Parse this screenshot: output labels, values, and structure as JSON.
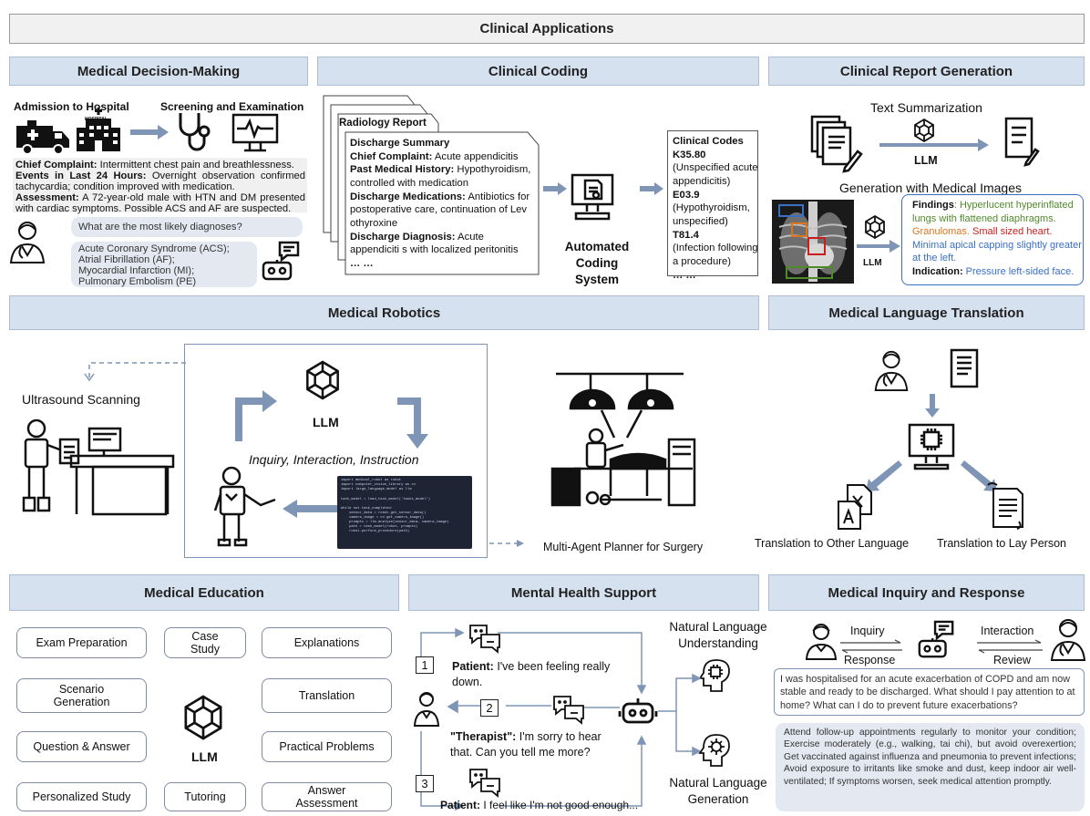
{
  "header": {
    "title": "Clinical Applications"
  },
  "sections": {
    "decision": "Medical Decision-Making",
    "coding": "Clinical Coding",
    "report": "Clinical Report Generation",
    "robotics": "Medical Robotics",
    "translation": "Medical Language Translation",
    "education": "Medical Education",
    "mental": "Mental Health Support",
    "inquiry": "Medical Inquiry and Response"
  },
  "decision": {
    "admission": "Admission to Hospital",
    "screening": "Screening and Examination",
    "hospital_sign": "HOSPITAL",
    "cc_label": "Chief Complaint:",
    "cc_text": " Intermittent chest pain and breathlessness.",
    "ev_label": "Events in Last 24 Hours:",
    "ev_text": " Overnight observation confirmed tachycardia; condition improved with medication.",
    "as_label": "Assessment:",
    "as_text": " A 72-year-old male with HTN and DM presented with cardiac symptoms. Possible ACS and AF are suspected.",
    "question": "What are the most likely diagnoses?",
    "answers": [
      "Acute Coronary Syndrome (ACS);",
      "Atrial Fibrillation (AF);",
      "Myocardial Infarction (MI);",
      "Pulmonary Embolism (PE)"
    ]
  },
  "coding": {
    "radiology": "Radiology Report",
    "discharge_title": "Discharge Summary",
    "cc_label": "Chief Complaint:",
    "cc_text": " Acute appendicitis",
    "pmh_label": "Past Medical History:",
    "pmh_text": " Hypothyroidism, controlled with medication",
    "dm_label": "Discharge Medications:",
    "dm_text": " Antibiotics for postoperative care, continuation of Lev othyroxine",
    "dd_label": "Discharge Diagnosis:",
    "dd_text": " Acute appendiciti s with localized peritonitis",
    "ellipsis": "… …",
    "system_label": "Automated Coding System",
    "codes_title": "Clinical Codes",
    "codes": [
      {
        "code": "K35.80",
        "desc": "(Unspecified acute appendicitis)"
      },
      {
        "code": "E03.9",
        "desc": "(Hypothyroidism, unspecified)"
      },
      {
        "code": "T81.4",
        "desc": "(Infection following a procedure)"
      }
    ],
    "codes_ellipsis": "… …"
  },
  "report": {
    "summarization": "Text Summarization",
    "llm1": "LLM",
    "generation": "Generation with Medical Images",
    "llm2": "LLM",
    "findings_label": "Findings",
    "f1": ": Hyperlucent",
    "f2": "hyperinflated lungs with flattened diaphragms.",
    "f3": "Granulomas.",
    "f4": "Small sized heart.",
    "f5": "Minimal apical capping slightly greater at the left.",
    "indication_label": "Indication:",
    "indication_text": " Pressure left-sided face.",
    "colors": {
      "green": "#4f8a2a",
      "orange": "#d9761e",
      "red": "#c81e1e",
      "blue": "#3b6fc5"
    }
  },
  "robotics": {
    "ultrasound": "Ultrasound Scanning",
    "llm": "LLM",
    "loop": "Inquiry, Interaction, Instruction",
    "planner": "Multi-Agent Planner for Surgery",
    "code_lines": [
      "import medical_robot as robot",
      "import computer_vision_library as cv",
      "import large_language_model as llm",
      "",
      "task_model = load_task_model('tasks_model')",
      "",
      "while not task_completed:",
      "    sensor_data = robot.get_sensor_data()",
      "    camera_image = cv.get_camera_image()",
      "    prompts = llm.analyze(sensor_data, camera_image)",
      "    path = task_model(robot, prompts)",
      "    robot.perform_procedure(path)"
    ]
  },
  "translation": {
    "other": "Translation to Other Language",
    "lay": "Translation to Lay Person"
  },
  "education": {
    "items": [
      "Exam Preparation",
      "Case Study",
      "Explanations",
      "Scenario Generation",
      "Translation",
      "Question & Answer",
      "Practical Problems",
      "Personalized Study",
      "Tutoring",
      "Answer Assessment"
    ],
    "llm": "LLM"
  },
  "mental": {
    "n1": "1",
    "n2": "2",
    "n3": "3",
    "p1_label": "Patient:",
    "p1_text": " I've been feeling really down.",
    "th_label": "\"Therapist\":",
    "th_text": " I'm sorry to hear that. Can you tell me more?",
    "p2_label": "Patient:",
    "p2_text": " I feel like I'm not good enough...",
    "nlu": "Natural Language Understanding",
    "nlg": "Natural Language Generation"
  },
  "inquiry": {
    "inquiry": "Inquiry",
    "response": "Response",
    "interaction": "Interaction",
    "review": "Review",
    "question": "I was hospitalised for an acute exacerbation of COPD and am now stable and ready to be discharged. What should I pay attention to at home? What can I do to prevent future exacerbations?",
    "answer": "Attend follow-up appointments regularly to monitor your condition; Exercise moderately (e.g., walking, tai chi), but avoid overexertion; Get vaccinated against influenza and pneumonia to prevent infections; Avoid exposure to irritants like smoke and dust, keep indoor air well-ventilated; If symptoms worsen, seek medical attention promptly."
  }
}
